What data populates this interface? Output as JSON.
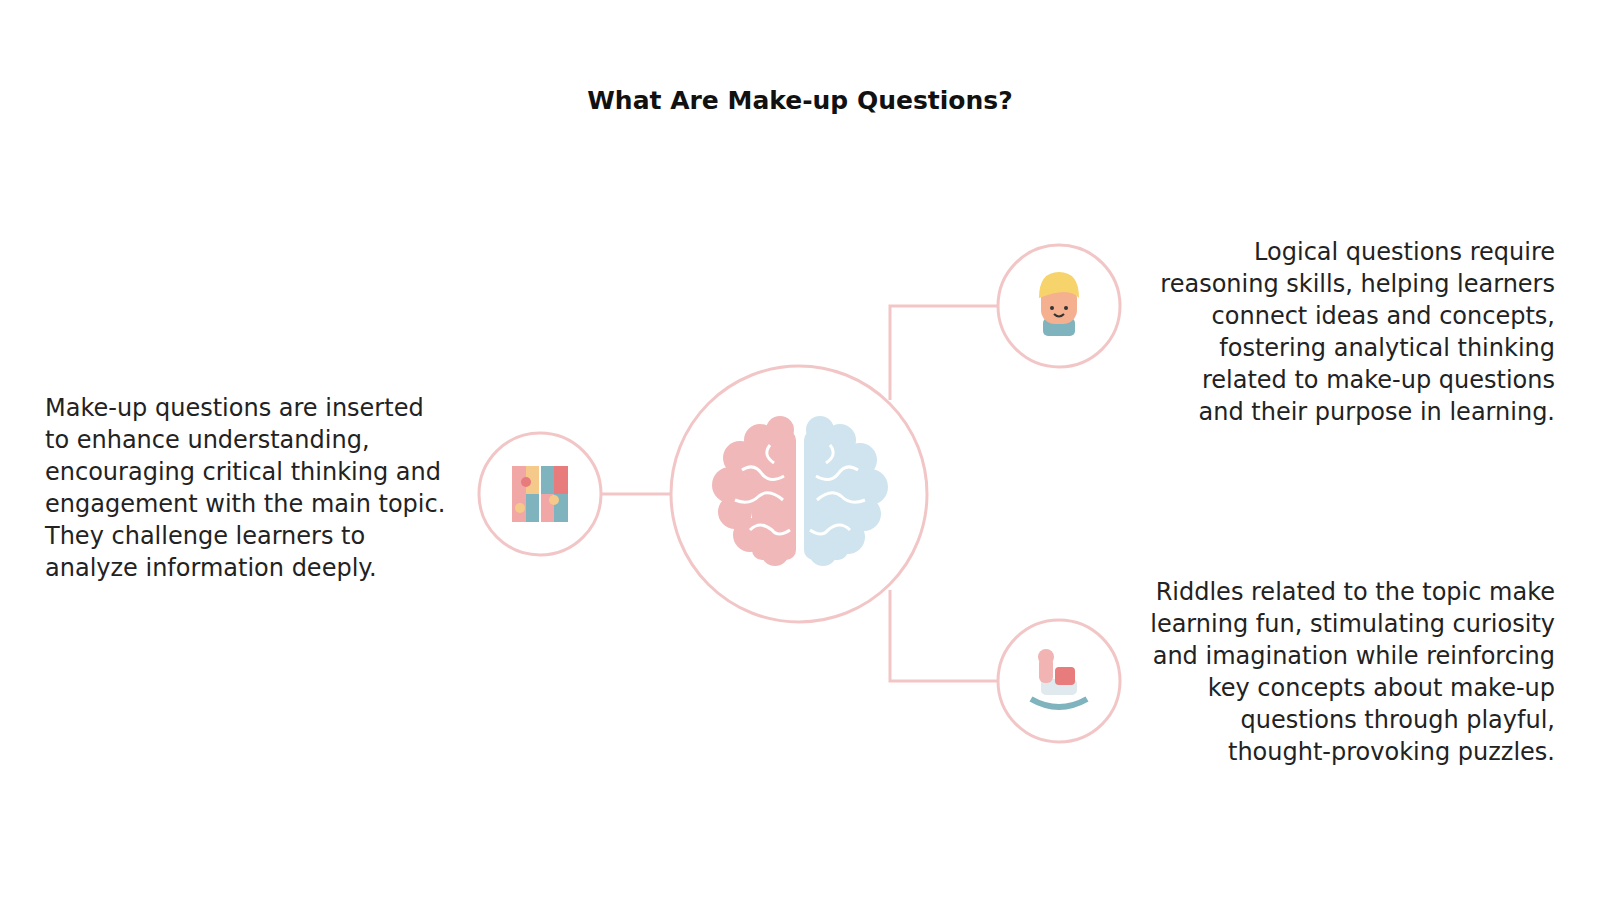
{
  "diagram": {
    "title": "What Are Make-up Questions?",
    "nodes": [
      {
        "text": [
          "Make-up questions are inserted to enhance understanding, encouraging critical thinking and engagement with the main topic. They challenge learners to analyze information deeply."
        ]
      },
      {
        "text": [
          "Logical questions require reasoning skills, helping learners connect ideas and concepts, fostering analytical thinking related to make-up questions and their purpose in learning."
        ]
      },
      {
        "text": [
          "Riddles related to the topic make learning fun, stimulating curiosity and imagination while reinforcing key concepts about make-up questions through playful, thought-provoking puzzles."
        ]
      }
    ]
  }
}
